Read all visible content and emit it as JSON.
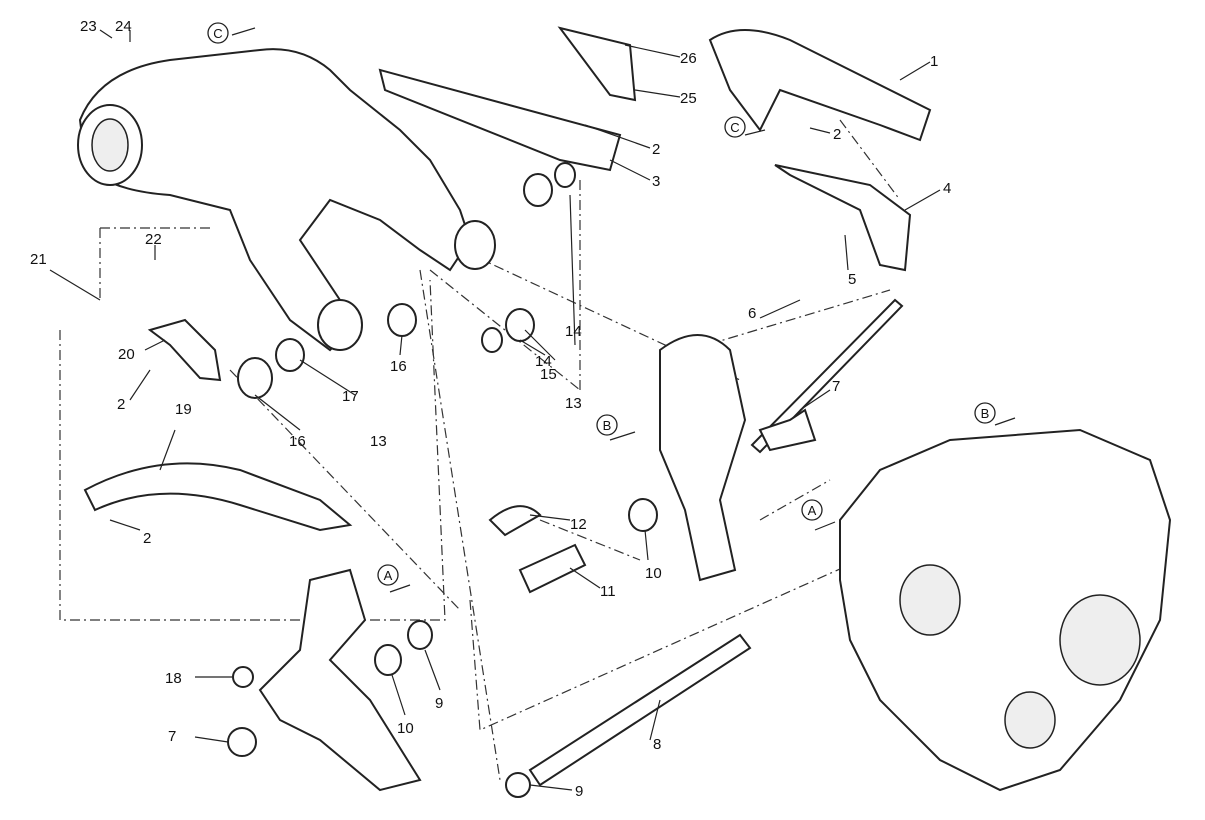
{
  "diagram": {
    "title": "Swingarm exploded parts diagram",
    "callouts": [
      "23",
      "24",
      "26",
      "25",
      "2",
      "3",
      "1",
      "2",
      "4",
      "5",
      "21",
      "22",
      "20",
      "2",
      "16",
      "17",
      "13",
      "16",
      "19",
      "2",
      "14",
      "15",
      "14",
      "13",
      "6",
      "7",
      "12",
      "10",
      "11",
      "18",
      "10",
      "9",
      "7",
      "8",
      "9"
    ],
    "refs": [
      "C",
      "C",
      "B",
      "B",
      "A",
      "A"
    ]
  }
}
